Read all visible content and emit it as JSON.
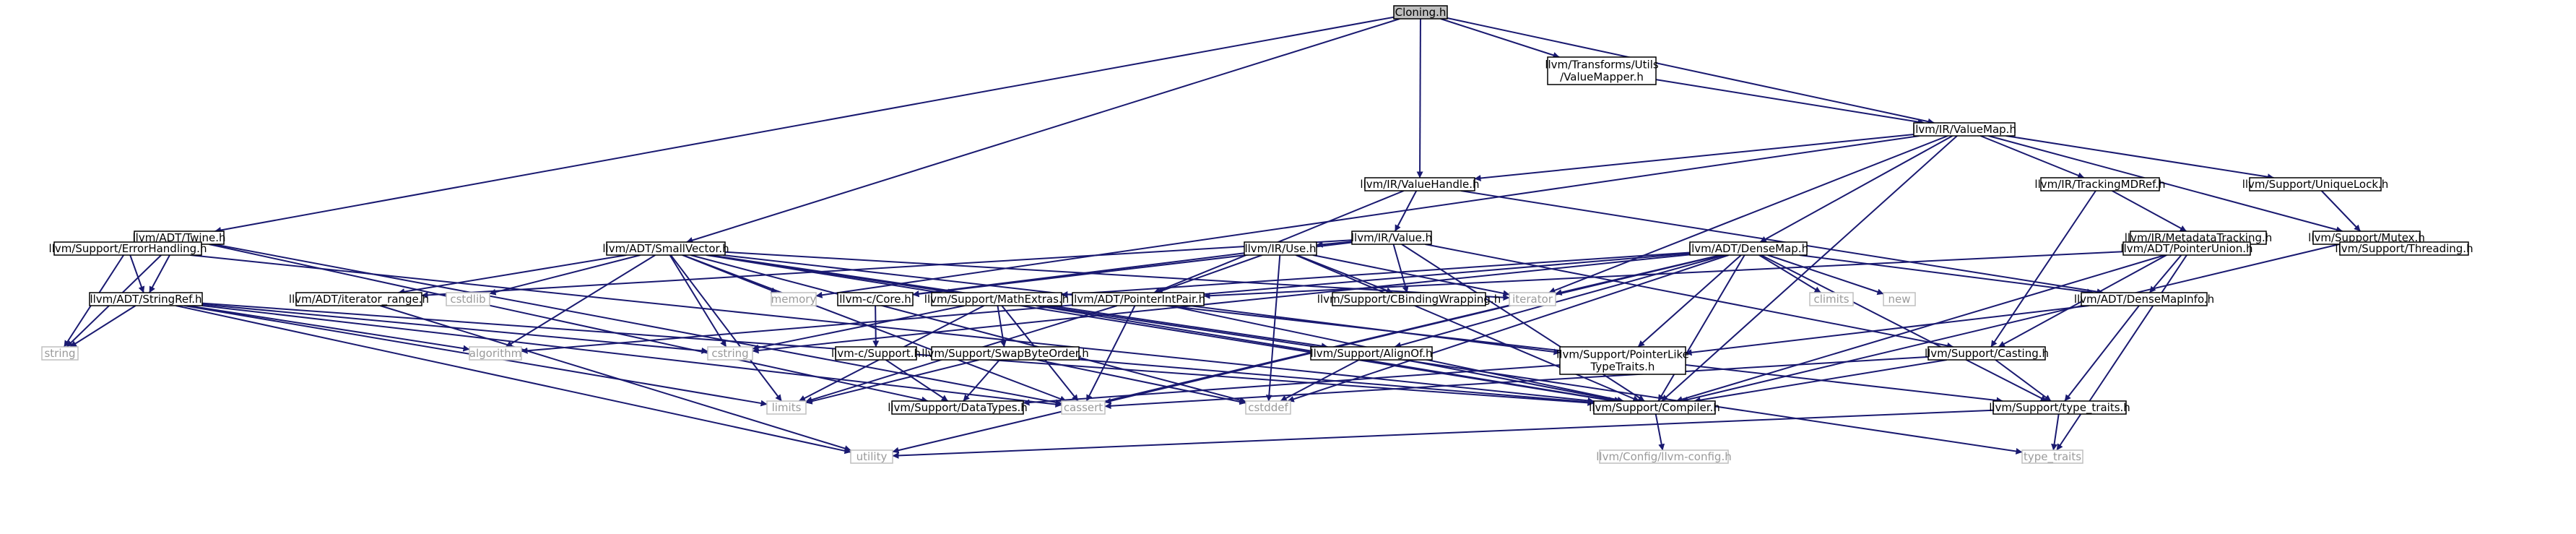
{
  "graph": {
    "edge_color": "#191970",
    "node_border_color": "#000000",
    "root_fill_color": "#bfbfbf",
    "system_header_border_color": "#bfbfbf",
    "nodes": [
      {
        "id": "cloning",
        "label": "Cloning.h",
        "kind": "root"
      },
      {
        "id": "valuemapper",
        "label": "llvm/Transforms/Utils\n/ValueMapper.h",
        "kind": "file"
      },
      {
        "id": "valuemap",
        "label": "llvm/IR/ValueMap.h",
        "kind": "file"
      },
      {
        "id": "twine",
        "label": "llvm/ADT/Twine.h",
        "kind": "file"
      },
      {
        "id": "smallvector",
        "label": "llvm/ADT/SmallVector.h",
        "kind": "file"
      },
      {
        "id": "valuehandle",
        "label": "llvm/IR/ValueHandle.h",
        "kind": "file"
      },
      {
        "id": "trackingmdref",
        "label": "llvm/IR/TrackingMDRef.h",
        "kind": "file"
      },
      {
        "id": "uniquelock",
        "label": "llvm/Support/UniqueLock.h",
        "kind": "file"
      },
      {
        "id": "value",
        "label": "llvm/IR/Value.h",
        "kind": "file"
      },
      {
        "id": "metadatatracking",
        "label": "llvm/IR/MetadataTracking.h",
        "kind": "file"
      },
      {
        "id": "mutex",
        "label": "llvm/Support/Mutex.h",
        "kind": "file"
      },
      {
        "id": "errorhandling",
        "label": "llvm/Support/ErrorHandling.h",
        "kind": "file"
      },
      {
        "id": "use",
        "label": "llvm/IR/Use.h",
        "kind": "file"
      },
      {
        "id": "densemap",
        "label": "llvm/ADT/DenseMap.h",
        "kind": "file"
      },
      {
        "id": "pointerunion",
        "label": "llvm/ADT/PointerUnion.h",
        "kind": "file"
      },
      {
        "id": "threading",
        "label": "llvm/Support/Threading.h",
        "kind": "file"
      },
      {
        "id": "stringref",
        "label": "llvm/ADT/StringRef.h",
        "kind": "file"
      },
      {
        "id": "iteratorrange",
        "label": "llvm/ADT/iterator_range.h",
        "kind": "file"
      },
      {
        "id": "cstdlib",
        "label": "cstdlib",
        "kind": "system"
      },
      {
        "id": "memory",
        "label": "memory",
        "kind": "system"
      },
      {
        "id": "core",
        "label": "llvm-c/Core.h",
        "kind": "file"
      },
      {
        "id": "mathextras",
        "label": "llvm/Support/MathExtras.h",
        "kind": "file"
      },
      {
        "id": "pointerintpair",
        "label": "llvm/ADT/PointerIntPair.h",
        "kind": "file"
      },
      {
        "id": "cbinding",
        "label": "llvm/Support/CBindingWrapping.h",
        "kind": "file"
      },
      {
        "id": "iterator",
        "label": "iterator",
        "kind": "system"
      },
      {
        "id": "climits",
        "label": "climits",
        "kind": "system"
      },
      {
        "id": "new",
        "label": "new",
        "kind": "system"
      },
      {
        "id": "densemapinfo",
        "label": "llvm/ADT/DenseMapInfo.h",
        "kind": "file"
      },
      {
        "id": "string",
        "label": "string",
        "kind": "system"
      },
      {
        "id": "algorithm",
        "label": "algorithm",
        "kind": "system"
      },
      {
        "id": "cstring",
        "label": "cstring",
        "kind": "system"
      },
      {
        "id": "csupport",
        "label": "llvm-c/Support.h",
        "kind": "file"
      },
      {
        "id": "swapbyteorder",
        "label": "llvm/Support/SwapByteOrder.h",
        "kind": "file"
      },
      {
        "id": "alignof",
        "label": "llvm/Support/AlignOf.h",
        "kind": "file"
      },
      {
        "id": "pointerliketypetraits",
        "label": "llvm/Support/PointerLike\nTypeTraits.h",
        "kind": "file"
      },
      {
        "id": "casting",
        "label": "llvm/Support/Casting.h",
        "kind": "file"
      },
      {
        "id": "limits",
        "label": "limits",
        "kind": "system"
      },
      {
        "id": "datatypes",
        "label": "llvm/Support/DataTypes.h",
        "kind": "file"
      },
      {
        "id": "cassert",
        "label": "cassert",
        "kind": "system"
      },
      {
        "id": "cstddef",
        "label": "cstddef",
        "kind": "system"
      },
      {
        "id": "compiler",
        "label": "llvm/Support/Compiler.h",
        "kind": "file"
      },
      {
        "id": "typetraits",
        "label": "llvm/Support/type_traits.h",
        "kind": "file"
      },
      {
        "id": "utility",
        "label": "utility",
        "kind": "system"
      },
      {
        "id": "llvmconfig",
        "label": "llvm/Config/llvm-config.h",
        "kind": "system"
      },
      {
        "id": "stdtypetraits",
        "label": "type_traits",
        "kind": "system"
      }
    ],
    "edges": [
      [
        "cloning",
        "valuemapper"
      ],
      [
        "cloning",
        "valuemap"
      ],
      [
        "cloning",
        "twine"
      ],
      [
        "cloning",
        "smallvector"
      ],
      [
        "cloning",
        "valuehandle"
      ],
      [
        "valuemapper",
        "valuemap"
      ],
      [
        "valuemap",
        "valuehandle"
      ],
      [
        "valuemap",
        "trackingmdref"
      ],
      [
        "valuemap",
        "uniquelock"
      ],
      [
        "valuemap",
        "mutex"
      ],
      [
        "valuemap",
        "densemap"
      ],
      [
        "valuemap",
        "iterator"
      ],
      [
        "valuemap",
        "memory"
      ],
      [
        "valuemap",
        "compiler"
      ],
      [
        "twine",
        "errorhandling"
      ],
      [
        "twine",
        "stringref"
      ],
      [
        "twine",
        "string"
      ],
      [
        "twine",
        "cassert"
      ],
      [
        "twine",
        "datatypes"
      ],
      [
        "smallvector",
        "iteratorrange"
      ],
      [
        "smallvector",
        "cstdlib"
      ],
      [
        "smallvector",
        "memory"
      ],
      [
        "smallvector",
        "mathextras"
      ],
      [
        "smallvector",
        "iterator"
      ],
      [
        "smallvector",
        "algorithm"
      ],
      [
        "smallvector",
        "cstring"
      ],
      [
        "smallvector",
        "alignof"
      ],
      [
        "smallvector",
        "typetraits"
      ],
      [
        "smallvector",
        "limits"
      ],
      [
        "smallvector",
        "cassert"
      ],
      [
        "smallvector",
        "cstddef"
      ],
      [
        "smallvector",
        "compiler"
      ],
      [
        "valuehandle",
        "value"
      ],
      [
        "valuehandle",
        "pointerintpair"
      ],
      [
        "valuehandle",
        "densemapinfo"
      ],
      [
        "trackingmdref",
        "metadatatracking"
      ],
      [
        "trackingmdref",
        "casting"
      ],
      [
        "uniquelock",
        "mutex"
      ],
      [
        "value",
        "iteratorrange"
      ],
      [
        "value",
        "use"
      ],
      [
        "value",
        "core"
      ],
      [
        "value",
        "cbinding"
      ],
      [
        "value",
        "casting"
      ],
      [
        "value",
        "compiler"
      ],
      [
        "metadatatracking",
        "pointerunion"
      ],
      [
        "metadatatracking",
        "casting"
      ],
      [
        "metadatatracking",
        "stdtypetraits"
      ],
      [
        "mutex",
        "threading"
      ],
      [
        "mutex",
        "compiler"
      ],
      [
        "errorhandling",
        "stringref"
      ],
      [
        "errorhandling",
        "string"
      ],
      [
        "errorhandling",
        "compiler"
      ],
      [
        "use",
        "core"
      ],
      [
        "use",
        "pointerintpair"
      ],
      [
        "use",
        "cbinding"
      ],
      [
        "use",
        "iterator"
      ],
      [
        "use",
        "compiler"
      ],
      [
        "use",
        "cstddef"
      ],
      [
        "densemap",
        "densemapinfo"
      ],
      [
        "densemap",
        "mathextras"
      ],
      [
        "densemap",
        "pointerliketypetraits"
      ],
      [
        "densemap",
        "alignof"
      ],
      [
        "densemap",
        "typetraits"
      ],
      [
        "densemap",
        "algorithm"
      ],
      [
        "densemap",
        "cassert"
      ],
      [
        "densemap",
        "climits"
      ],
      [
        "densemap",
        "new"
      ],
      [
        "densemap",
        "utility"
      ],
      [
        "densemap",
        "iterator"
      ],
      [
        "densemap",
        "cstddef"
      ],
      [
        "densemap",
        "cstring"
      ],
      [
        "densemap",
        "compiler"
      ],
      [
        "pointerunion",
        "densemapinfo"
      ],
      [
        "pointerunion",
        "pointerintpair"
      ],
      [
        "pointerunion",
        "compiler"
      ],
      [
        "stringref",
        "string"
      ],
      [
        "stringref",
        "algorithm"
      ],
      [
        "stringref",
        "cassert"
      ],
      [
        "stringref",
        "cstring"
      ],
      [
        "stringref",
        "limits"
      ],
      [
        "stringref",
        "utility"
      ],
      [
        "stringref",
        "compiler"
      ],
      [
        "iteratorrange",
        "utility"
      ],
      [
        "core",
        "csupport"
      ],
      [
        "mathextras",
        "swapbyteorder"
      ],
      [
        "mathextras",
        "cassert"
      ],
      [
        "mathextras",
        "cstring"
      ],
      [
        "mathextras",
        "limits"
      ],
      [
        "mathextras",
        "stdtypetraits"
      ],
      [
        "mathextras",
        "compiler"
      ],
      [
        "pointerintpair",
        "pointerliketypetraits"
      ],
      [
        "pointerintpair",
        "cassert"
      ],
      [
        "pointerintpair",
        "limits"
      ],
      [
        "pointerintpair",
        "compiler"
      ],
      [
        "densemapinfo",
        "pointerliketypetraits"
      ],
      [
        "densemapinfo",
        "typetraits"
      ],
      [
        "csupport",
        "datatypes"
      ],
      [
        "swapbyteorder",
        "datatypes"
      ],
      [
        "swapbyteorder",
        "cstddef"
      ],
      [
        "swapbyteorder",
        "limits"
      ],
      [
        "swapbyteorder",
        "compiler"
      ],
      [
        "alignof",
        "cstddef"
      ],
      [
        "alignof",
        "compiler"
      ],
      [
        "pointerliketypetraits",
        "datatypes"
      ],
      [
        "casting",
        "typetraits"
      ],
      [
        "casting",
        "cassert"
      ],
      [
        "casting",
        "compiler"
      ],
      [
        "compiler",
        "llvmconfig"
      ],
      [
        "typetraits",
        "utility"
      ],
      [
        "typetraits",
        "stdtypetraits"
      ]
    ]
  }
}
